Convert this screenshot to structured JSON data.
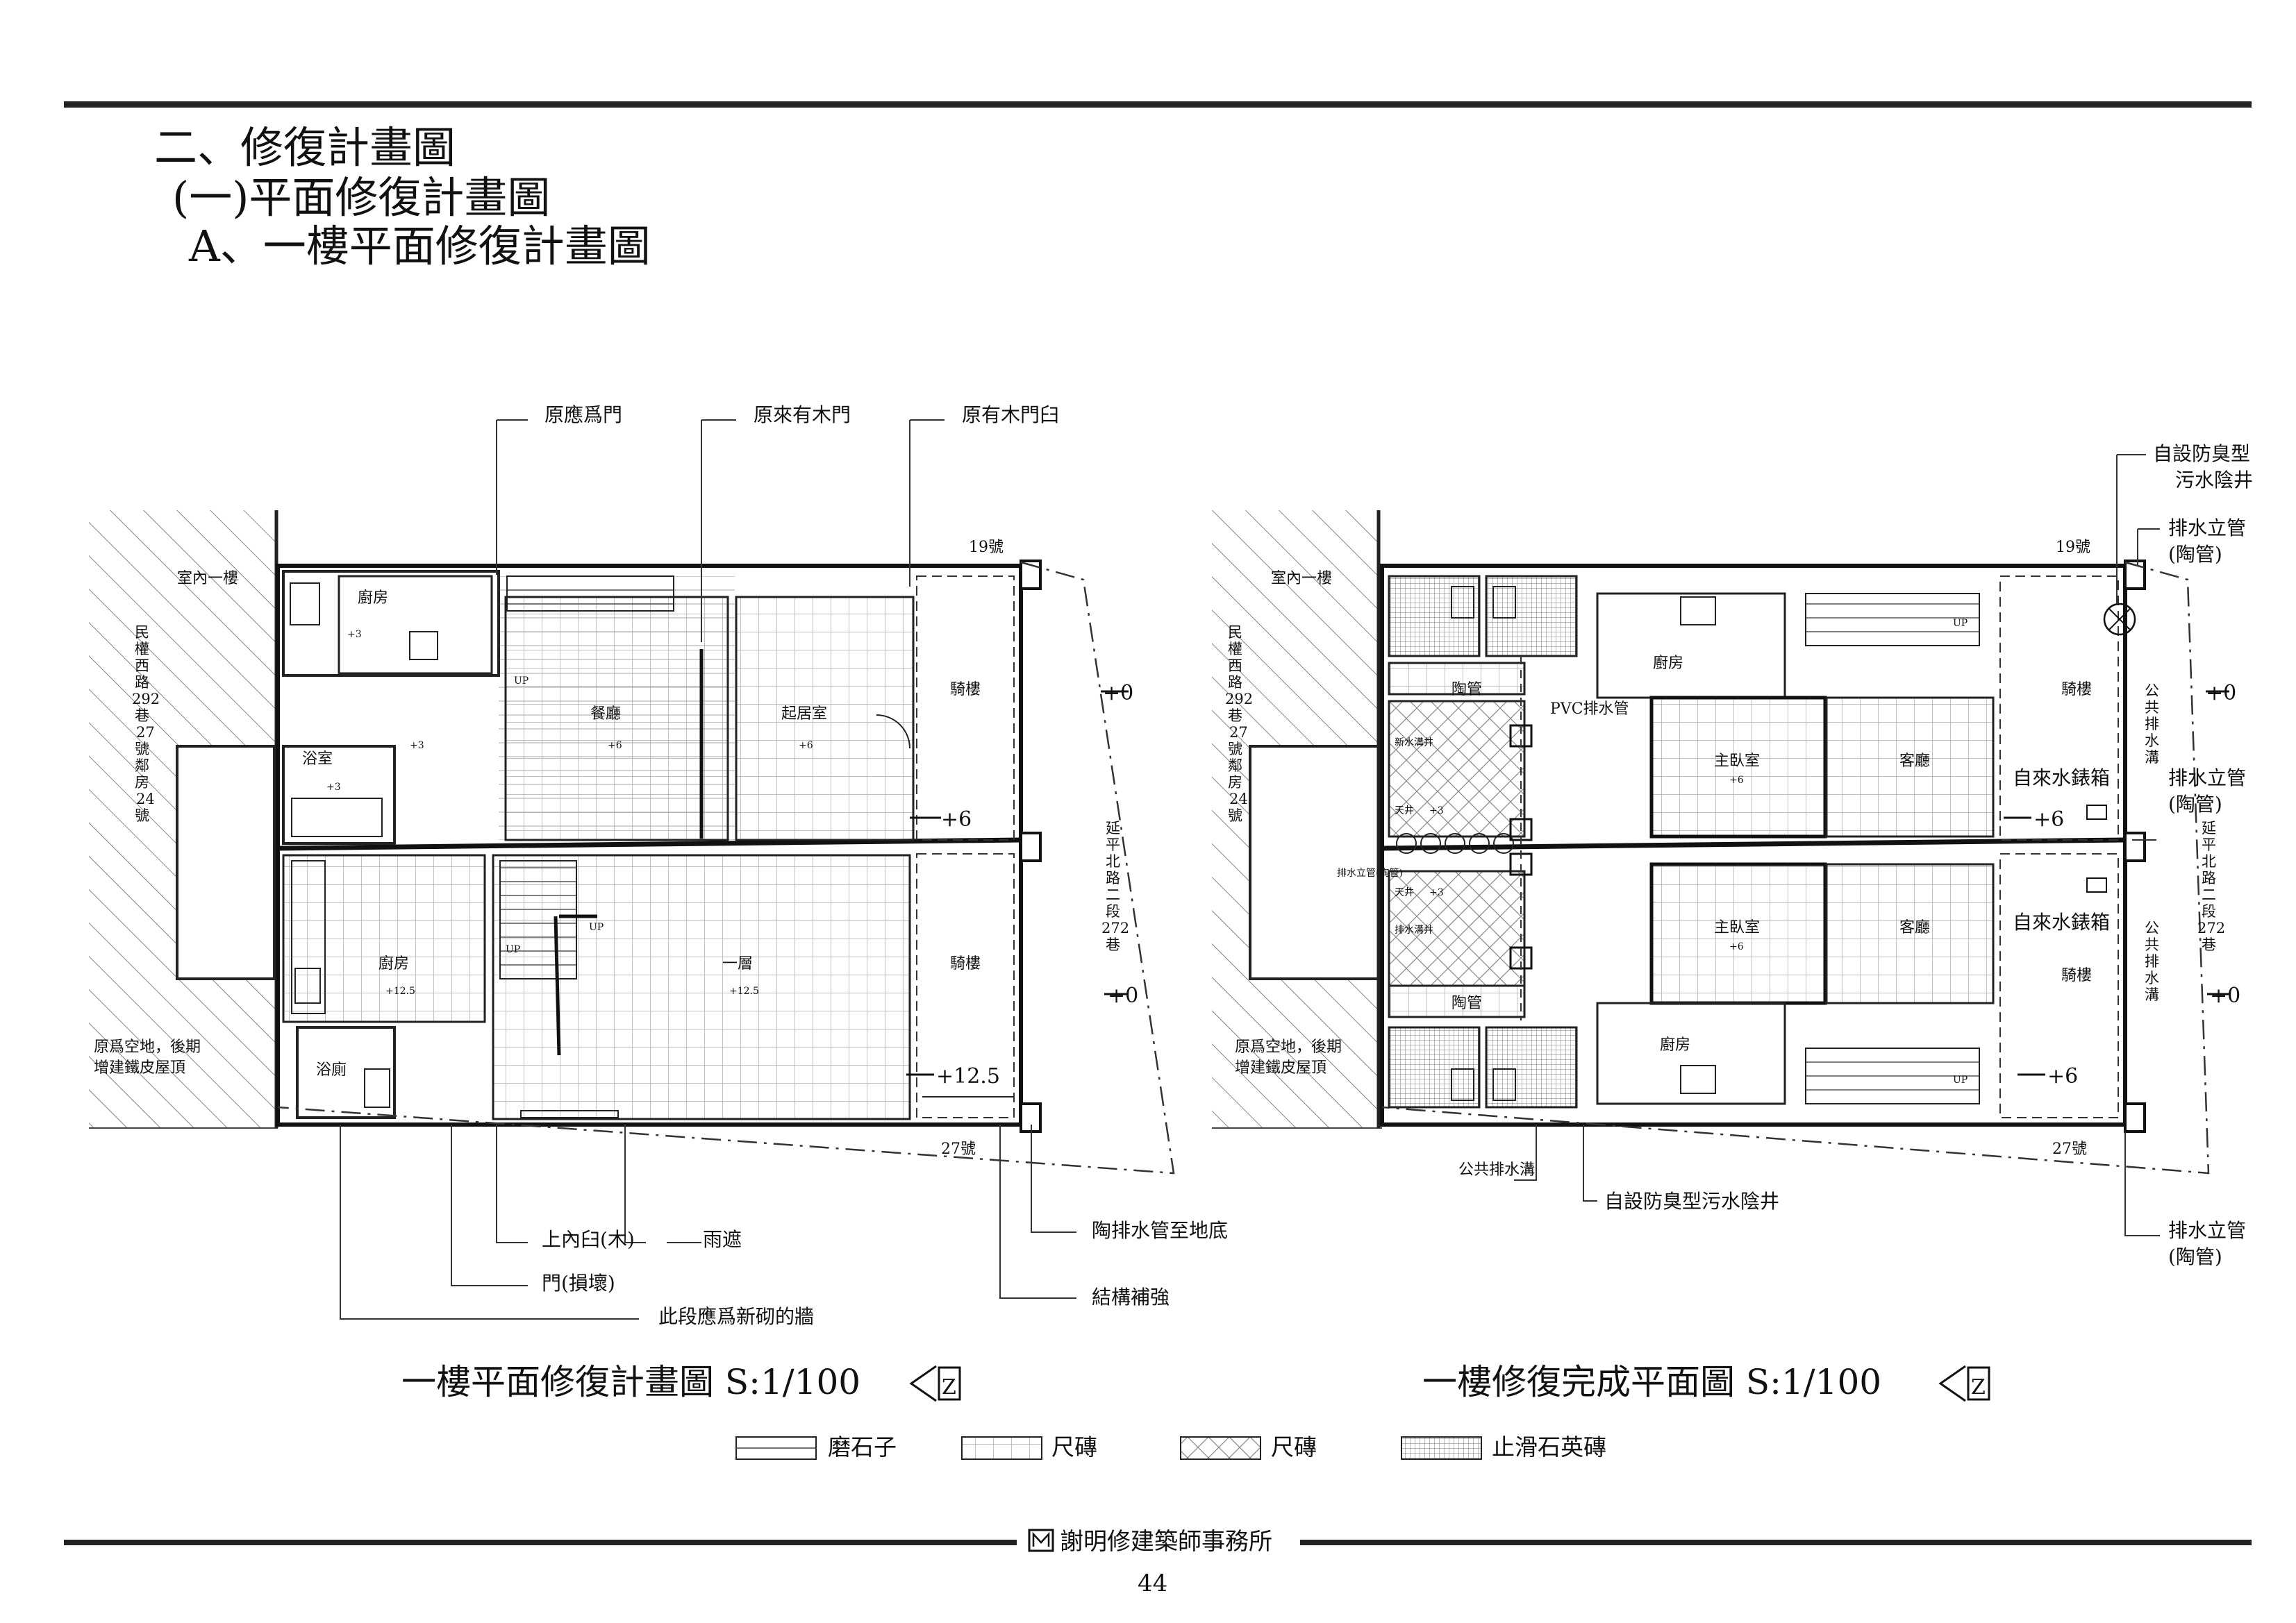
{
  "header": {
    "line1": "二、修復計畫圖",
    "line2": "(一)平面修復計畫圖",
    "line3": "A、一樓平面修復計畫圖"
  },
  "plan_left": {
    "caption": "一樓平面修復計畫圖  S:1/100",
    "north": "Z",
    "notes": {
      "door_orig": "原應爲門",
      "wood_door": "原來有木門",
      "wood_frame": "原有木門臼",
      "upper_frame": "上內臼(木)",
      "canopy": "雨遮",
      "door_damaged": "門(損壞)",
      "new_wall": "此段應爲新砌的牆",
      "drain_pipe": "陶排水管至地底",
      "reinforce": "結構補強",
      "indoor": "室內一樓",
      "blank_lot": "原爲空地，後期",
      "blank_lot2": "增建鐵皮屋頂",
      "north_neighbour": [
        "民",
        "權",
        "西",
        "路",
        "292",
        "巷",
        "27",
        "號",
        "鄰",
        "房",
        "24",
        "號"
      ],
      "south_road": [
        "延",
        "平",
        "北",
        "路",
        "二",
        "段",
        "272",
        "巷"
      ]
    },
    "rooms": {
      "kitchen_a": "廚房",
      "bath_a": "浴室",
      "dining": "餐廳",
      "living": "起居室",
      "arcade_a": "騎樓",
      "kitchen_b": "廚房",
      "bath_b": "浴廁",
      "ground": "一層",
      "arcade_b": "騎樓"
    },
    "numbers": {
      "no19": "19號",
      "no27": "27號"
    },
    "levels": {
      "l_a": "+3",
      "l_b": "+3",
      "l_c": "+3",
      "l_dining": "+6",
      "l_living": "+6",
      "l_kitchen_b": "+12.5",
      "l_ground": "+12.5",
      "l_out_top": "+0",
      "l_out_mid": "+6",
      "l_out_bot": "+0",
      "l_out_low": "+12.5"
    },
    "up": [
      "UP",
      "UP",
      "UP"
    ]
  },
  "plan_right": {
    "caption": "一樓修復完成平面圖  S:1/100",
    "north": "Z",
    "notes": {
      "septic_top": [
        "自設防臭型",
        "污水陰井"
      ],
      "riser_top": [
        "排水立管",
        "(陶管)"
      ],
      "riser_mid": [
        "排水立管",
        "(陶管)"
      ],
      "riser_bot": [
        "排水立管",
        "(陶管)"
      ],
      "public_drain": "公共排水溝",
      "septic_bot": "自設防臭型污水陰井",
      "public_drain_v": [
        "公",
        "共",
        "排",
        "水",
        "溝"
      ],
      "public_drain_v2": [
        "公",
        "共",
        "排",
        "水",
        "溝"
      ],
      "indoor": "室內一樓",
      "blank_lot": "原爲空地，後期",
      "blank_lot2": "增建鐵皮屋頂",
      "north_neighbour": [
        "民",
        "權",
        "西",
        "路",
        "292",
        "巷",
        "27",
        "號",
        "鄰",
        "房",
        "24",
        "號"
      ],
      "south_road": [
        "延",
        "平",
        "北",
        "路",
        "二",
        "段",
        "272",
        "巷"
      ],
      "pvc_pipe": "PVC排水管",
      "clay_pipe_top": "陶管",
      "clay_pipe_bot": "陶管",
      "drain_well_top": "新水溝井",
      "drain_well_bot": "排水溝井",
      "downpipe": "排水立管(陶管)",
      "skylight_top": "天井",
      "skylight_bot": "天井"
    },
    "rooms": {
      "kitchen_a": "廚房",
      "master_a": "主臥室",
      "guest_a": "客廳",
      "arcade_a": "騎樓",
      "water_a": "自來水錶箱",
      "master_b": "主臥室",
      "guest_b": "客廳",
      "kitchen_b": "廚房",
      "arcade_b": "騎樓",
      "water_b": "自來水錶箱"
    },
    "numbers": {
      "no19": "19號",
      "no27": "27號"
    },
    "levels": {
      "l_sky_top": "+3",
      "l_sky_bot": "+3",
      "l_master_a": "+6",
      "l_master_b": "+6",
      "l_out_top": "+0",
      "l_out_mid": "+6",
      "l_out_bot": "+0",
      "l_out_low": "+6"
    },
    "up": [
      "UP",
      "UP"
    ]
  },
  "legend": [
    {
      "label": "磨石子",
      "pattern": "terrazzo"
    },
    {
      "label": "尺磚",
      "pattern": "grid-tile"
    },
    {
      "label": "尺磚",
      "pattern": "diagonal-tile"
    },
    {
      "label": "止滑石英磚",
      "pattern": "quartz-tile"
    }
  ],
  "footer": {
    "firm": "謝明修建築師事務所",
    "page": "44"
  },
  "colors": {
    "ink": "#111111",
    "paper": "#ffffff",
    "grey": "#555555"
  }
}
